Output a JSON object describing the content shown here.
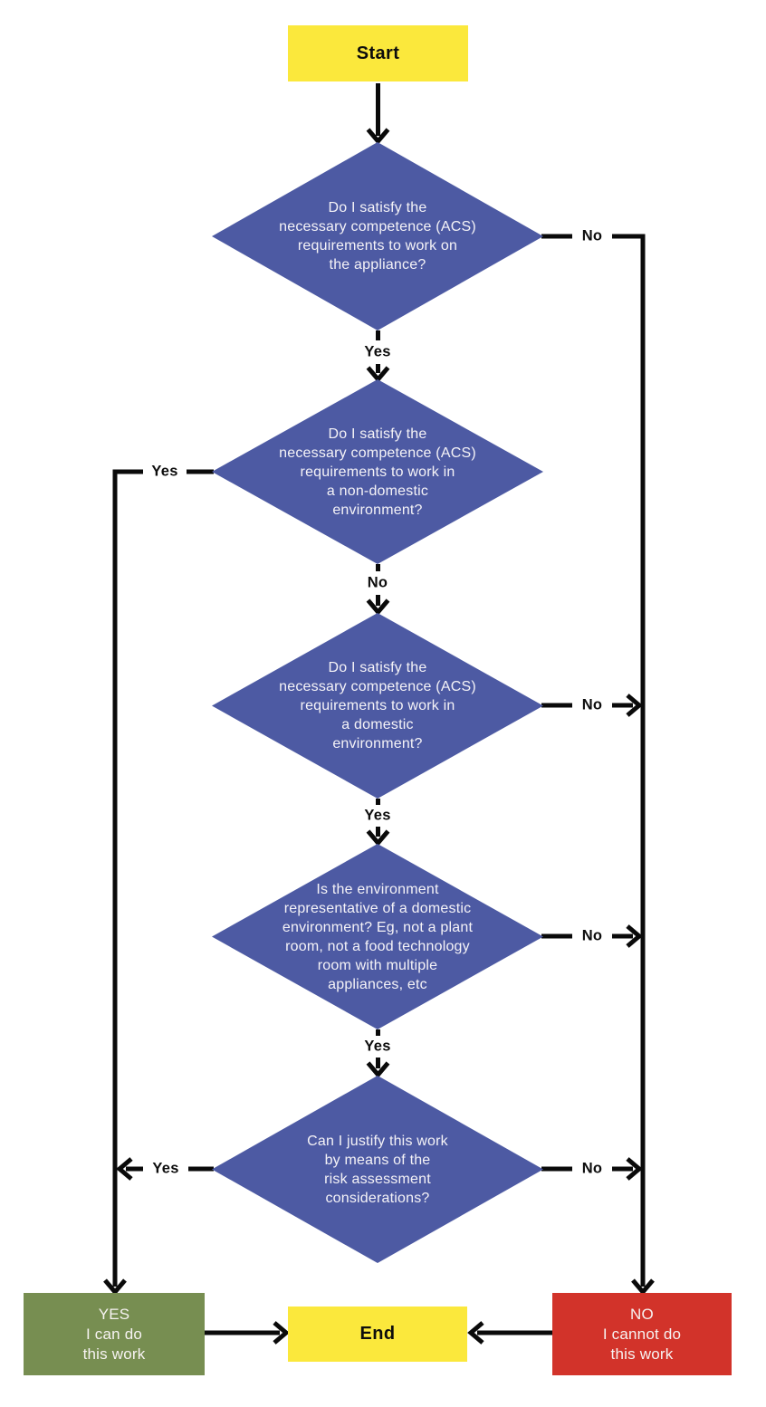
{
  "flow": {
    "start_label": "Start",
    "end_label": "End",
    "decisions": [
      {
        "text": "Do I satisfy the\nnecessary competence (ACS)\nrequirements to work on\nthe appliance?",
        "yes_label": "Yes",
        "no_label": "No"
      },
      {
        "text": "Do I satisfy the\nnecessary competence (ACS)\nrequirements to work in\na non-domestic\nenvironment?",
        "yes_label": "Yes",
        "no_label": "No"
      },
      {
        "text": "Do I satisfy the\nnecessary competence (ACS)\nrequirements to work in\na domestic\nenvironment?",
        "yes_label": "Yes",
        "no_label": "No"
      },
      {
        "text": "Is the environment\nrepresentative of a domestic\nenvironment? Eg, not a plant\nroom, not a food technology\nroom with multiple\nappliances, etc",
        "yes_label": "Yes",
        "no_label": "No"
      },
      {
        "text": "Can I justify this work\nby means of the\nrisk assessment\nconsiderations?",
        "yes_label": "Yes",
        "no_label": "No"
      }
    ],
    "outcome_yes": "YES\nI can do\nthis work",
    "outcome_no": "NO\nI cannot do\nthis work"
  },
  "colors": {
    "diamond_fill": "#4D5AA3",
    "start_end_fill": "#FBE83C",
    "yes_box_fill": "#778E51",
    "no_box_fill": "#D2332A",
    "line": "#0A0A0A",
    "diamond_text": "#F5F3F7",
    "label_text": "#0D0D0D"
  }
}
